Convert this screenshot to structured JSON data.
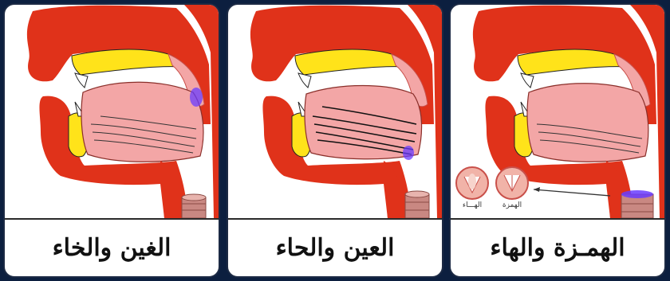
{
  "panels": [
    {
      "caption": "الغين والخاء"
    },
    {
      "caption": "العين والحاء"
    },
    {
      "caption": "الهمـزة والهاء",
      "inset_labels": [
        "الهـــاء",
        "الهمزة"
      ]
    }
  ],
  "colors": {
    "tissue_red": "#e0321a",
    "palate_yellow": "#ffe31a",
    "tongue_pink": "#f3a6a6",
    "highlight_purple": "#6a3cff",
    "trachea": "#c98882"
  }
}
